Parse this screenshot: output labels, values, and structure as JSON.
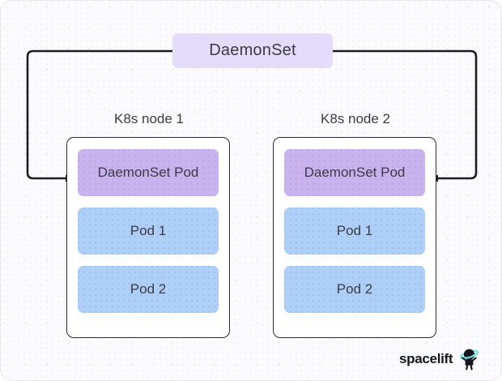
{
  "diagram": {
    "title": "DaemonSet",
    "top_box": {
      "label": "DaemonSet"
    },
    "nodes": [
      {
        "label": "K8s node 1",
        "pods": [
          {
            "label": "DaemonSet Pod",
            "kind": "daemonset"
          },
          {
            "label": "Pod 1",
            "kind": "regular"
          },
          {
            "label": "Pod 2",
            "kind": "regular"
          }
        ]
      },
      {
        "label": "K8s node 2",
        "pods": [
          {
            "label": "DaemonSet Pod",
            "kind": "daemonset"
          },
          {
            "label": "Pod 1",
            "kind": "regular"
          },
          {
            "label": "Pod 2",
            "kind": "regular"
          }
        ]
      }
    ],
    "connectors": [
      {
        "name": "daemonset-to-node-1",
        "direction": "right"
      },
      {
        "name": "daemonset-to-node-2",
        "direction": "left"
      }
    ],
    "colors": {
      "daemonset_box": "#e4dcfa",
      "daemonset_pod": "#c9b3ef",
      "pod": "#aed0f8",
      "node_border": "#2b2b38",
      "arrow": "#1c1c28",
      "text": "#3b3b44",
      "background": "#fbfbfd"
    }
  },
  "branding": {
    "name": "spacelift",
    "mark": "astronaut-planet-icon"
  }
}
